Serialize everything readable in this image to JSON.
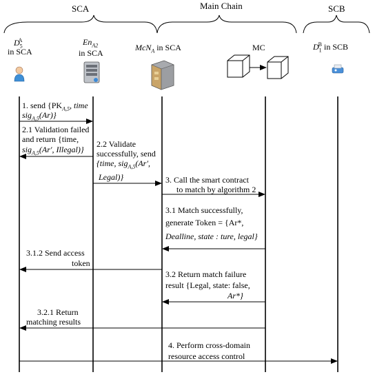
{
  "headers": {
    "sca": "SCA",
    "main_chain": "Main Chain",
    "scb": "SCB"
  },
  "participants": {
    "d5a": {
      "label_main": "D",
      "sub": "5",
      "sup": "A",
      "in": "in SCA"
    },
    "en_a2": {
      "label_main": "En",
      "sub": "A2",
      "in": "in SCA"
    },
    "mcn_a": {
      "label_main": "McN",
      "sub": "A",
      "in": "in SCA"
    },
    "mc": {
      "label": "MC"
    },
    "d1b": {
      "label_main": "D",
      "sub": "1",
      "sup": "B",
      "in": "in SCB"
    }
  },
  "messages": {
    "m1": {
      "line1": "1. send {PK",
      "line1_sub": "A,5",
      "line1_b": ", time",
      "line2": "sig",
      "line2_sub": "A,5",
      "line2_b": "(Ar)}"
    },
    "m21": {
      "line1": "2.1 Validation failed",
      "line2": "and return {time,",
      "line3": "sig",
      "line3_sub": "A,5",
      "line3_b": "(Ar′, Illegal)}"
    },
    "m22": {
      "line1": "2.2 Validate",
      "line2": "successfully, send",
      "line3": "{time, sig",
      "line3_sub": "A,5",
      "line3_b": "(Ar′,",
      "line4": "Legal)}"
    },
    "m3": {
      "line1": "3.  Call the smart contract",
      "line2": "to match by algorithm 2"
    },
    "m31": {
      "line1": "3.1 Match successfully,",
      "line2": "generate   Token = {Ar*,",
      "line3": "Dealline, state : ture, legal}"
    },
    "m312": {
      "line1": "3.1.2 Send access",
      "line2": "token"
    },
    "m32": {
      "line1": "3.2 Return match failure",
      "line2": "result {Legal,  state: false,",
      "line3": "Ar*}"
    },
    "m321": {
      "line1": "3.2.1 Return",
      "line2": "matching results"
    },
    "m4": {
      "line1": "4.  Perform cross-domain",
      "line2": "resource access control"
    }
  }
}
